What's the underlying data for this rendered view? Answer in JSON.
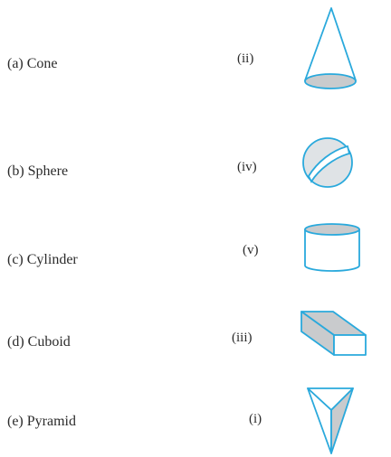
{
  "rows": [
    {
      "label": "(a) Cone",
      "number": "(ii)",
      "shape": "cone-icon"
    },
    {
      "label": "(b) Sphere",
      "number": "(iv)",
      "shape": "sphere-icon"
    },
    {
      "label": "(c) Cylinder",
      "number": "(v)",
      "shape": "cylinder-icon"
    },
    {
      "label": "(d) Cuboid",
      "number": "(iii)",
      "shape": "cuboid-icon"
    },
    {
      "label": "(e) Pyramid",
      "number": "(i)",
      "shape": "pyramid-icon"
    }
  ],
  "colors": {
    "outline": "#2aa9dc",
    "shade": "#c9cbcd",
    "text": "#2b2b2b"
  }
}
